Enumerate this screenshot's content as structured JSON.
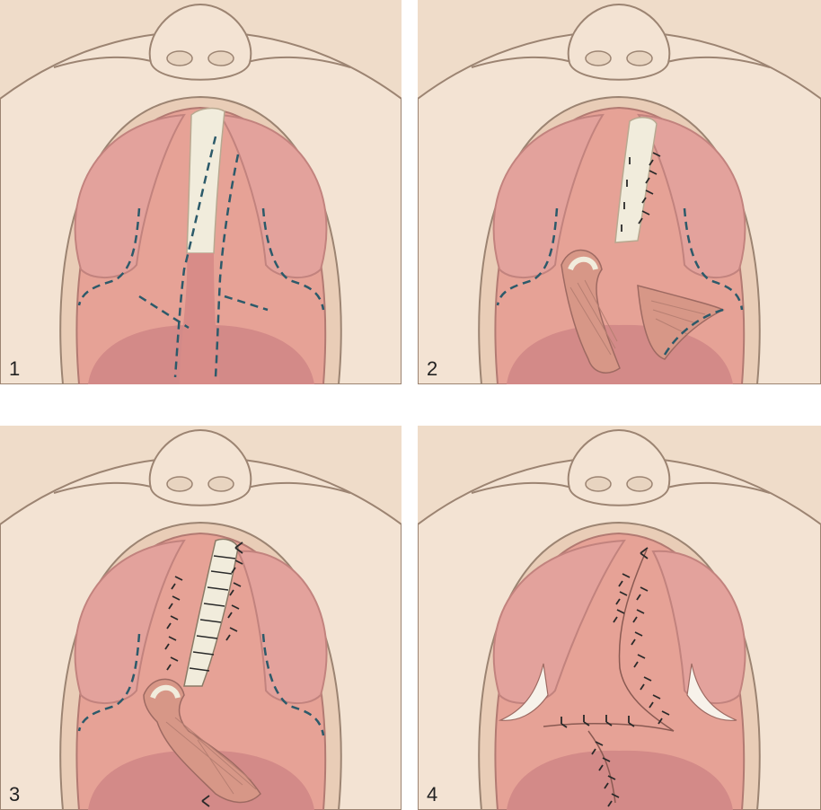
{
  "panels": [
    {
      "label": "1",
      "stage": "incision-markings"
    },
    {
      "label": "2",
      "stage": "first-z-plasty-flaps"
    },
    {
      "label": "3",
      "stage": "nasal-layer-closed"
    },
    {
      "label": "4",
      "stage": "oral-layer-closed"
    }
  ],
  "colors": {
    "skin": "#efdcc9",
    "skin_outline": "#9c8472",
    "gum": "#e3a29c",
    "gum_dark": "#cf8a86",
    "palate": "#e6a296",
    "throat": "#d38a88",
    "tongue": "#cd7f80",
    "mucosa": "#f1ecdc",
    "muscle": "#d79787",
    "incision": "#2c5a6a",
    "suture": "#2a2a2a"
  }
}
